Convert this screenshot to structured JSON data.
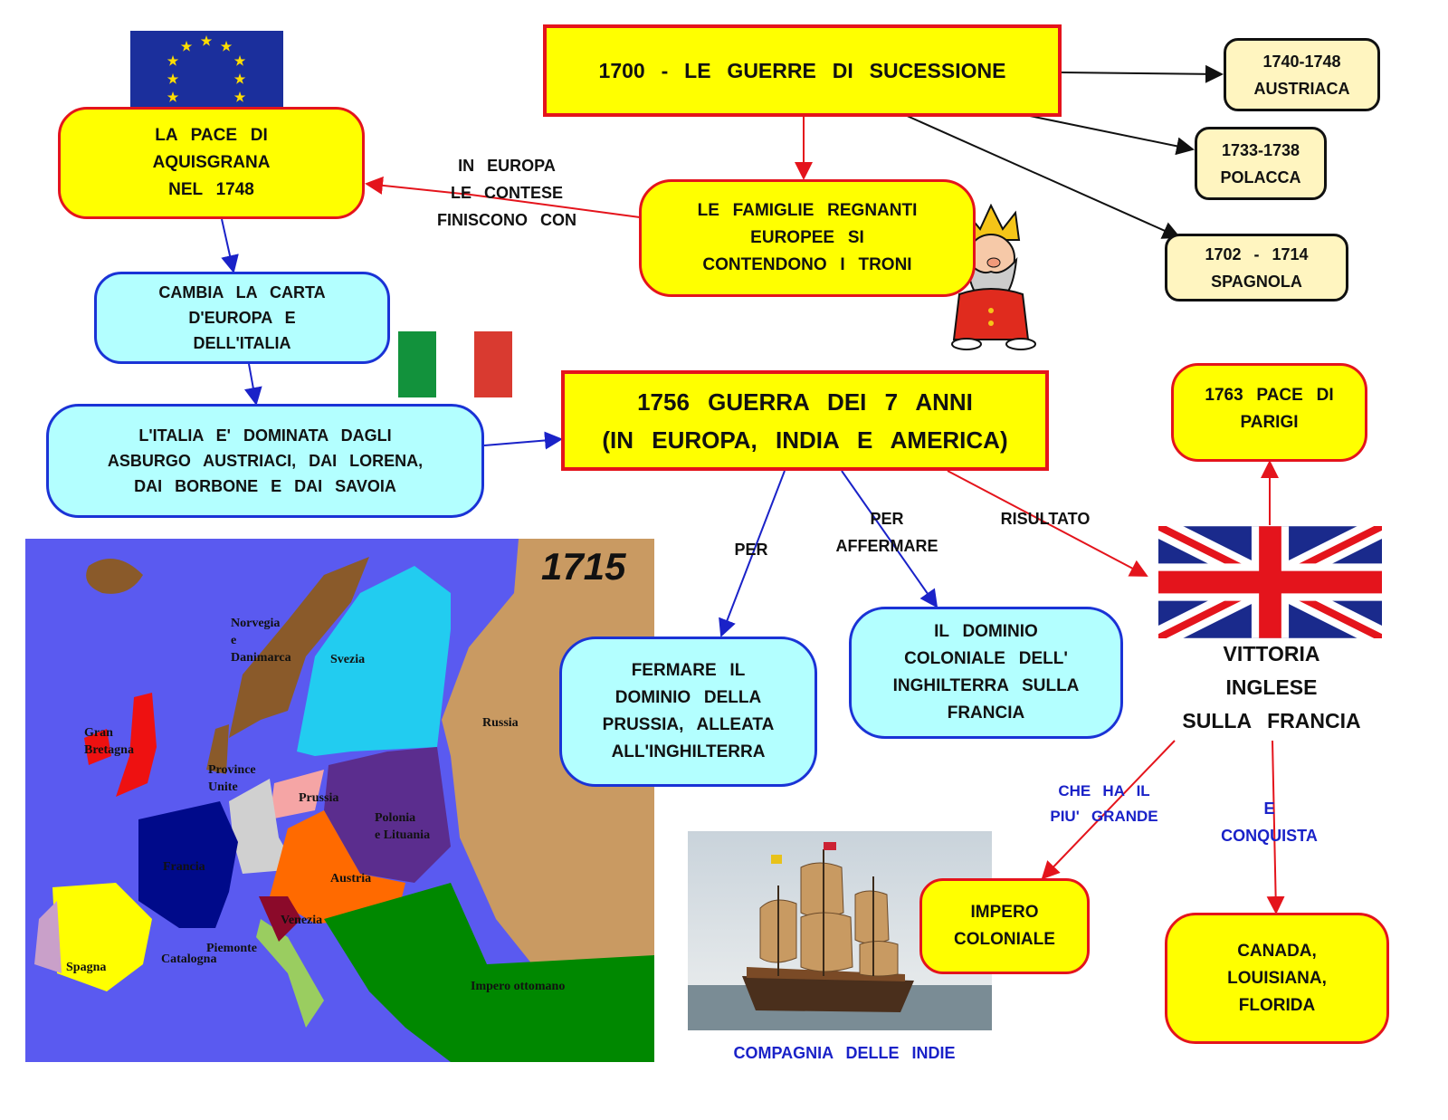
{
  "title_box": "1700 - LE GUERRE DI SUCESSIONE",
  "wars": [
    {
      "years": "1740-1748",
      "name": "AUSTRIACA"
    },
    {
      "years": "1733-1738",
      "name": "POLACCA"
    },
    {
      "years": "1702 - 1714",
      "name": "SPAGNOLA"
    }
  ],
  "famiglie": "LE FAMIGLIE REGNANTI\nEUROPEE SI\nCONTENDONO I TRONI",
  "link_contese": "IN EUROPA\nLE CONTESE\nFINISCONO CON",
  "pace_aquisgrana": "LA PACE DI\nAQUISGRANA\nNEL 1748",
  "cambia_carta": "CAMBIA LA CARTA\nD'EUROPA E\nDELL'ITALIA",
  "italia_dominata": "L'ITALIA E' DOMINATA DAGLI\nASBURGO AUSTRIACI, DAI LORENA,\nDAI BORBONE E DAI SAVOIA",
  "sette_anni": "1756 GUERRA DEI 7 ANNI\n(IN EUROPA, INDIA E AMERICA)",
  "link_per": "PER",
  "link_per_affermare": "PER\nAFFERMARE",
  "link_risultato": "RISULTATO",
  "fermare": "FERMARE IL\nDOMINIO DELLA\nPRUSSIA, ALLEATA\nALL'INGHILTERRA",
  "dominio": "IL DOMINIO\nCOLONIALE DELL'\nINGHILTERRA SULLA\nFRANCIA",
  "pace_parigi": "1763 PACE DI\nPARIGI",
  "vittoria": "VITTORIA\nINGLESE\nSULLA FRANCIA",
  "link_piu_grande": "CHE HA IL\nPIU' GRANDE",
  "link_conquista": "E\nCONQUISTA",
  "impero": "IMPERO\nCOLONIALE",
  "canada": "CANADA,\nLOUISIANA,\nFLORIDA",
  "compagnia": "COMPAGNIA DELLE INDIE",
  "map": {
    "year": "1715",
    "labels": [
      "Norvegia",
      "e",
      "Danimarca",
      "Svezia",
      "Russia",
      "Gran",
      "Bretagna",
      "Province",
      "Unite",
      "Prussia",
      "Polonia",
      "e Lituania",
      "Francia",
      "Austria",
      "Venezia",
      "Piemonte",
      "Catalogna",
      "Spagna",
      "Impero ottomano"
    ]
  },
  "colors": {
    "yellow": "#ffff00",
    "red": "#e4141c",
    "cyan": "#b3ffff",
    "blue": "#1a33d6",
    "sea": "#5a5af0"
  }
}
